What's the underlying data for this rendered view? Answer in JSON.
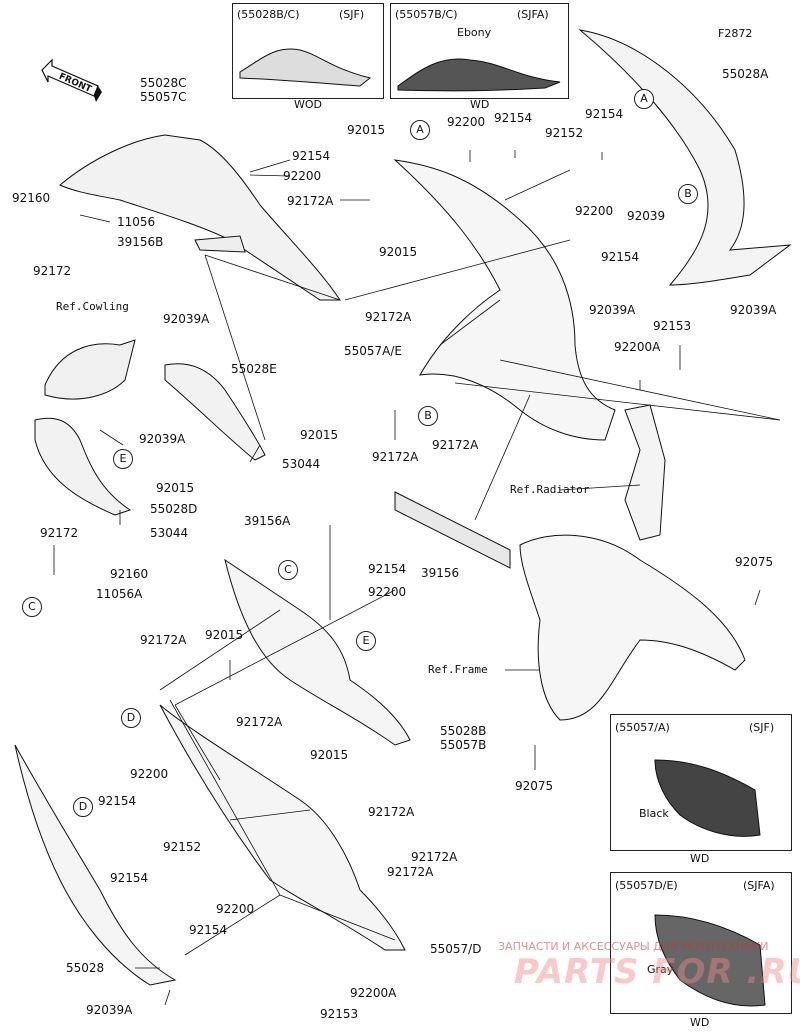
{
  "diagram_code": "F2872",
  "front_label": "FRONT",
  "insets": [
    {
      "id": "inset-1",
      "code": "(55028B/C)",
      "tag": "(SJF)",
      "caption": "WOD",
      "note": ""
    },
    {
      "id": "inset-2",
      "code": "(55057B/C)",
      "tag": "(SJFA)",
      "caption": "WD",
      "note": "Ebony"
    },
    {
      "id": "inset-3",
      "code": "(55057/A)",
      "tag": "(SJF)",
      "caption": "WD",
      "note": "Black"
    },
    {
      "id": "inset-4",
      "code": "(55057D/E)",
      "tag": "(SJFA)",
      "caption": "WD",
      "note": "Gray"
    }
  ],
  "labels": {
    "l1": "55028C",
    "l2": "55057C",
    "l3": "92160",
    "l4": "11056",
    "l5": "92172",
    "l6": "39156B",
    "l7": "92154",
    "l8": "92200",
    "l9": "92015",
    "l10": "92172A",
    "l11": "92200",
    "l12": "92154",
    "l13": "92152",
    "l14": "92154",
    "l15": "55028A",
    "l16": "92039",
    "l17": "92200",
    "l18": "92154",
    "l19": "92015",
    "l20": "92172A",
    "l21": "55057A/E",
    "l22": "92039A",
    "l23": "92039A",
    "l24": "92153",
    "l25": "92200A",
    "l26": "Ref.Cowling",
    "l27": "92039A",
    "l28": "55028E",
    "l29": "92039A",
    "l30": "92015",
    "l31": "53044",
    "l32": "92015",
    "l33": "55028D",
    "l34": "53044",
    "l35": "92172",
    "l36": "92160",
    "l37": "11056A",
    "l38": "92172A",
    "l39": "92172A",
    "l40": "Ref.Radiator",
    "l41": "39156A",
    "l42": "92154",
    "l43": "92200",
    "l44": "39156",
    "l45": "92075",
    "l46": "Ref.Frame",
    "l47": "92172A",
    "l48": "92015",
    "l49": "92172A",
    "l50": "92200",
    "l51": "92154",
    "l52": "55028B",
    "l53": "55057B",
    "l54": "92015",
    "l55": "92172A",
    "l56": "92152",
    "l57": "92154",
    "l58": "92172A",
    "l59": "92172A",
    "l60": "92200",
    "l61": "92154",
    "l62": "55057/D",
    "l63": "55028",
    "l64": "92200A",
    "l65": "92039A",
    "l66": "92153",
    "l67": "92075"
  },
  "callouts": {
    "a1": "A",
    "a2": "A",
    "b1": "B",
    "b2": "B",
    "c1": "C",
    "c2": "C",
    "d1": "D",
    "d2": "D",
    "e1": "E",
    "e2": "E"
  },
  "watermark": {
    "text": "ЗАПЧАСТИ И АКСЕССУАРЫ ДЛЯ МОТОТЕХНИКИ",
    "logo": "PARTS FOR .RU"
  }
}
